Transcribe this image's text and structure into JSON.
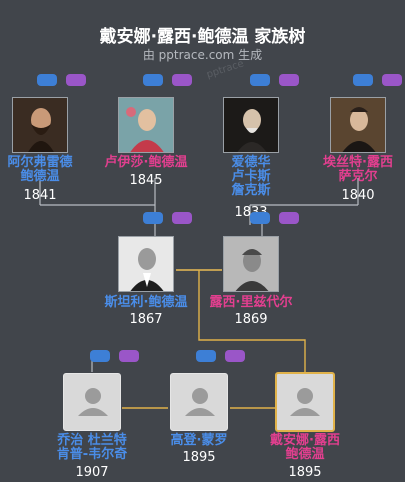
{
  "title": "戴安娜·露西·鲍德温 家族树",
  "subtitle": "由 pptrace.com 生成",
  "watermark": "pptrace",
  "colors": {
    "male": "#4a8de8",
    "female": "#e23f8f",
    "line_gray": "#b8bcc2",
    "line_gold": "#e0b24a"
  },
  "people": {
    "p1": {
      "name_lines": [
        "阿尔弗雷德",
        "鲍德温"
      ],
      "year": "1841",
      "gender": "male"
    },
    "p2": {
      "name_lines": [
        "卢伊莎·鲍德温"
      ],
      "year": "1845",
      "gender": "female"
    },
    "p3": {
      "name_lines": [
        "爱德华",
        "卢卡斯",
        "詹克斯"
      ],
      "year": "1833",
      "gender": "male"
    },
    "p4": {
      "name_lines": [
        "埃丝特·露西",
        "萨克尔"
      ],
      "year": "1840",
      "gender": "female"
    },
    "p5": {
      "name_lines": [
        "斯坦利·鲍德温"
      ],
      "year": "1867",
      "gender": "male"
    },
    "p6": {
      "name_lines": [
        "露西·里兹代尔"
      ],
      "year": "1869",
      "gender": "female"
    },
    "p7": {
      "name_lines": [
        "乔治 杜兰特",
        "肯普-韦尔奇"
      ],
      "year": "1907",
      "gender": "male"
    },
    "p8": {
      "name_lines": [
        "高登·蒙罗"
      ],
      "year": "1895",
      "gender": "male"
    },
    "p9": {
      "name_lines": [
        "戴安娜·露西",
        "鲍德温"
      ],
      "year": "1895",
      "gender": "female"
    }
  }
}
